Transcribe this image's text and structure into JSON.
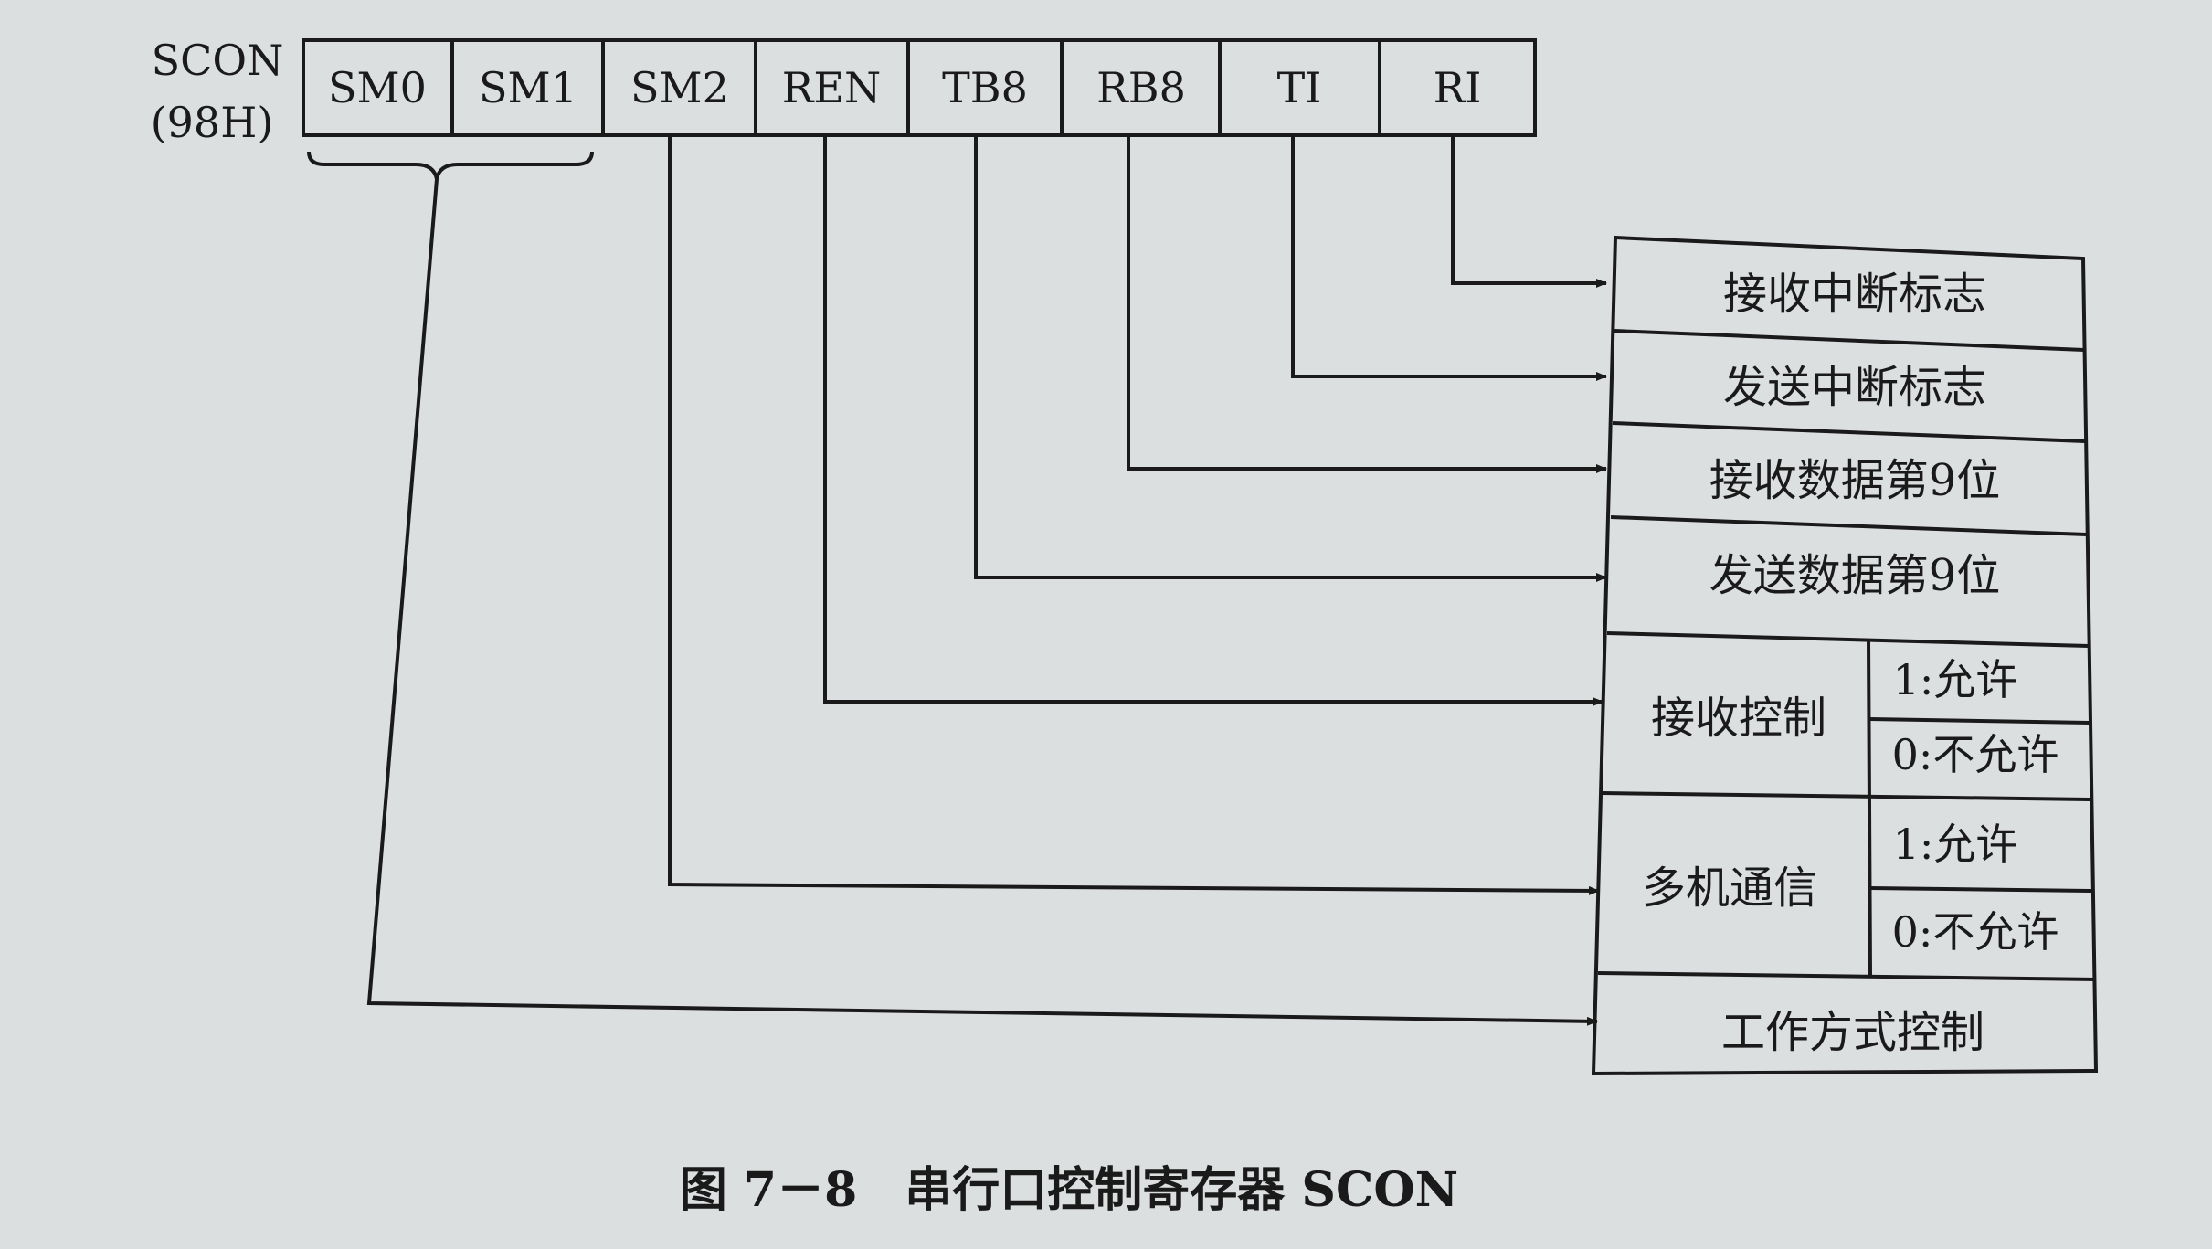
{
  "register": {
    "name": "SCON",
    "address": "(98H)",
    "bits": [
      "SM0",
      "SM1",
      "SM2",
      "REN",
      "TB8",
      "RB8",
      "TI",
      "RI"
    ]
  },
  "functions": {
    "ri": "接收中断标志",
    "ti": "发送中断标志",
    "rb8": "接收数据第9位",
    "tb8": "发送数据第9位",
    "ren": {
      "label": "接收控制",
      "opt1": "1:允许",
      "opt0": "0:不允许"
    },
    "sm2": {
      "label": "多机通信",
      "opt1": "1:允许",
      "opt0": "0:不允许"
    },
    "sm01": "工作方式控制"
  },
  "caption": "图 7－8　串行口控制寄存器 SCON"
}
